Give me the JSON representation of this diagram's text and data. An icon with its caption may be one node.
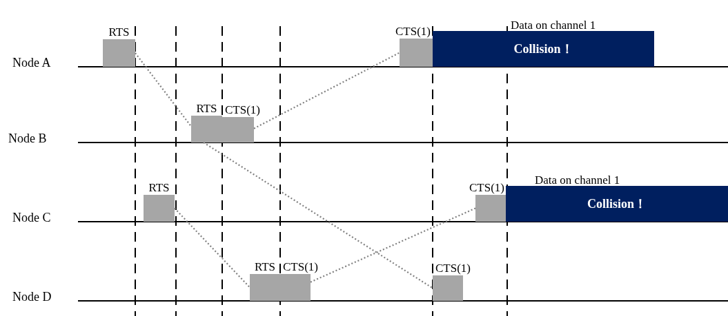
{
  "diagram": {
    "nodes": [
      {
        "text": [
          "RTS"
        ]
      },
      {
        "text": [
          "CTS(1)"
        ]
      },
      {
        "text": [
          "Data on channel 1",
          "Collision！"
        ]
      },
      {
        "text": [
          "RTS"
        ]
      },
      {
        "text": [
          "CTS(1)"
        ]
      },
      {
        "text": [
          "RTS"
        ]
      },
      {
        "text": [
          "CTS(1)"
        ]
      },
      {
        "text": [
          "Data on channel 1",
          "Collision！"
        ]
      },
      {
        "text": [
          "RTS"
        ]
      },
      {
        "text": [
          "CTS(1)"
        ]
      },
      {
        "text": [
          "CTS(1)"
        ]
      }
    ],
    "edges": [
      {
        "from": 0,
        "to": 3,
        "arrow": "none"
      },
      {
        "from": 3,
        "to": 10,
        "arrow": "none"
      },
      {
        "from": 4,
        "to": 1,
        "arrow": "none"
      },
      {
        "from": 5,
        "to": 8,
        "arrow": "none"
      },
      {
        "from": 9,
        "to": 6,
        "arrow": "none"
      }
    ],
    "labels": [
      "Node A",
      "Node B",
      "Node C",
      "Node D"
    ]
  }
}
